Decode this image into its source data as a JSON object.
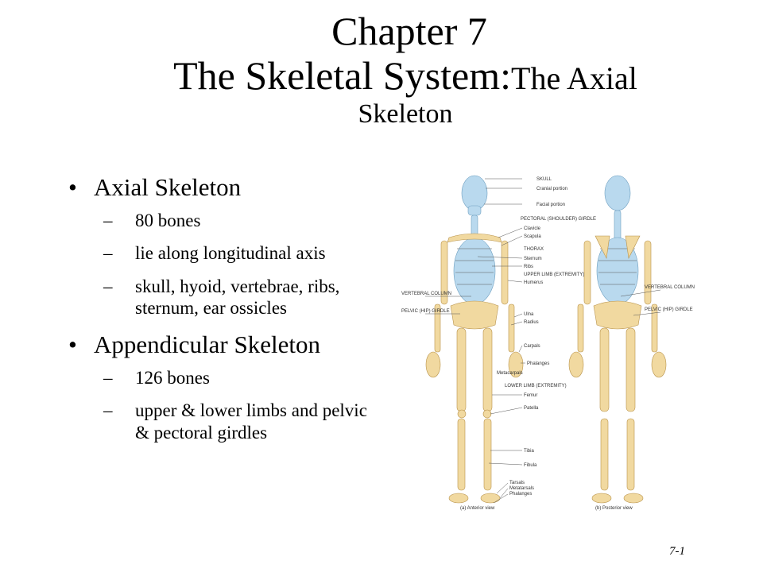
{
  "title": {
    "line1": "Chapter 7",
    "line2_main": "The Skeletal System:",
    "line2_sub": "The Axial",
    "line3": "Skeleton"
  },
  "bullets": [
    {
      "text": "Axial Skeleton",
      "subs": [
        "80 bones",
        "lie along longitudinal axis",
        "skull, hyoid, vertebrae, ribs, sternum, ear ossicles"
      ]
    },
    {
      "text": "Appendicular Skeleton",
      "subs": [
        "126 bones",
        "upper & lower limbs and pelvic & pectoral girdles"
      ]
    }
  ],
  "figure": {
    "labels": {
      "skull": "SKULL",
      "cranial": "Cranial portion",
      "facial": "Facial portion",
      "pectoral": "PECTORAL (SHOULDER) GIRDLE",
      "clavicle": "Clavicle",
      "scapula": "Scapula",
      "thorax": "THORAX",
      "sternum": "Sternum",
      "ribs": "Ribs",
      "upper_limb": "UPPER LIMB (EXTREMITY)",
      "humerus": "Humerus",
      "ulna": "Ulna",
      "radius": "Radius",
      "carpals": "Carpals",
      "phalanges_hand": "Phalanges",
      "metacarpals": "Metacarpals",
      "lower_limb": "LOWER LIMB (EXTREMITY)",
      "femur": "Femur",
      "patella": "Patella",
      "tibia": "Tibia",
      "fibula": "Fibula",
      "tarsals": "Tarsals",
      "metatarsals": "Metatarsals",
      "phalanges_foot": "Phalanges",
      "vertebral_left": "VERTEBRAL COLUMN",
      "pelvic_left": "PELVIC (HIP) GIRDLE",
      "vertebral_right": "VERTEBRAL COLUMN",
      "pelvic_right": "PELVIC (HIP) GIRDLE",
      "anterior": "(a) Anterior view",
      "posterior": "(b) Posterior view"
    }
  },
  "slide_number": "7-1"
}
